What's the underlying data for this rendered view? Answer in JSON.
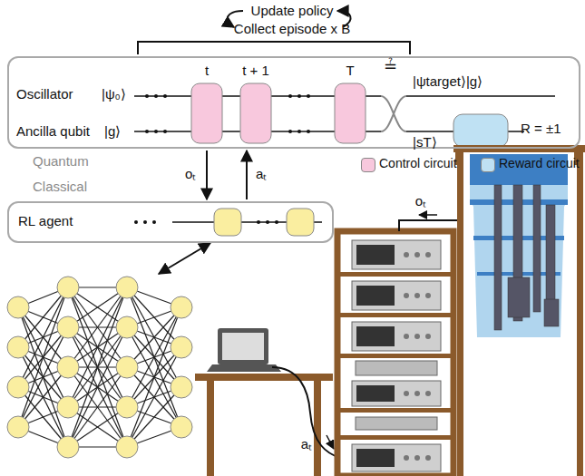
{
  "diagram": {
    "nodes": [
      {
        "text": [
          "Quantum"
        ]
      },
      {
        "text": [
          "Classical",
          "RL agent"
        ]
      }
    ],
    "edges": [
      {
        "from": 0,
        "to": 1,
        "arrow": "to",
        "label": "oₜ"
      },
      {
        "from": 1,
        "to": 0,
        "arrow": "to",
        "label": "aₜ"
      }
    ],
    "labels": [
      "Update policy",
      "Collect episode x B",
      "t",
      "t + 1",
      "T",
      "Oscillator",
      "Ancilla qubit",
      "|ψ₀⟩",
      "|g⟩",
      "≟",
      "|ψtarget⟩|g⟩",
      "|sT⟩",
      "R = ±1",
      "oₜ",
      "aₜ"
    ],
    "legend": [
      {
        "text": "Control circuit",
        "color": "#f8c8dd"
      },
      {
        "text": "Reward circuit",
        "color": "#bfe1f3"
      }
    ]
  }
}
